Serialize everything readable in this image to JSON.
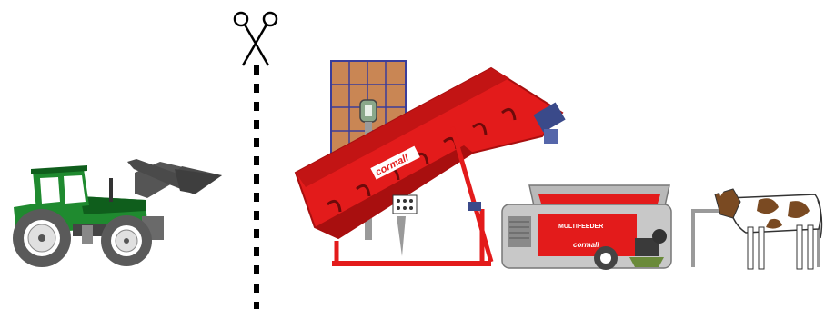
{
  "diagram": {
    "elements": [
      {
        "name": "tractor-front-loader",
        "icon": "tractor-icon"
      },
      {
        "name": "cut-line",
        "icon": "scissors-icon"
      },
      {
        "name": "bale-conveyor-mixer",
        "icon": "mixer-icon",
        "brand_label": "cormall"
      },
      {
        "name": "feeder-wagon",
        "icon": "feeder-icon",
        "model_label": "MULTIFEEDER",
        "brand_label": "cormall"
      },
      {
        "name": "cow-at-feed-barrier",
        "icon": "cow-icon"
      }
    ]
  },
  "colors": {
    "tractor_green": "#1f8a2f",
    "tractor_green_dark": "#0f5e1c",
    "tractor_grey": "#555555",
    "machine_red": "#e31b1b",
    "machine_red_dark": "#a80f0f",
    "bale_brown": "#c98654",
    "bale_lines": "#3a3d99",
    "feeder_grey": "#b9b9b9",
    "cow_brown": "#7a4a22",
    "barrier_grey": "#9a9a9a",
    "cut_line": "#000000"
  }
}
